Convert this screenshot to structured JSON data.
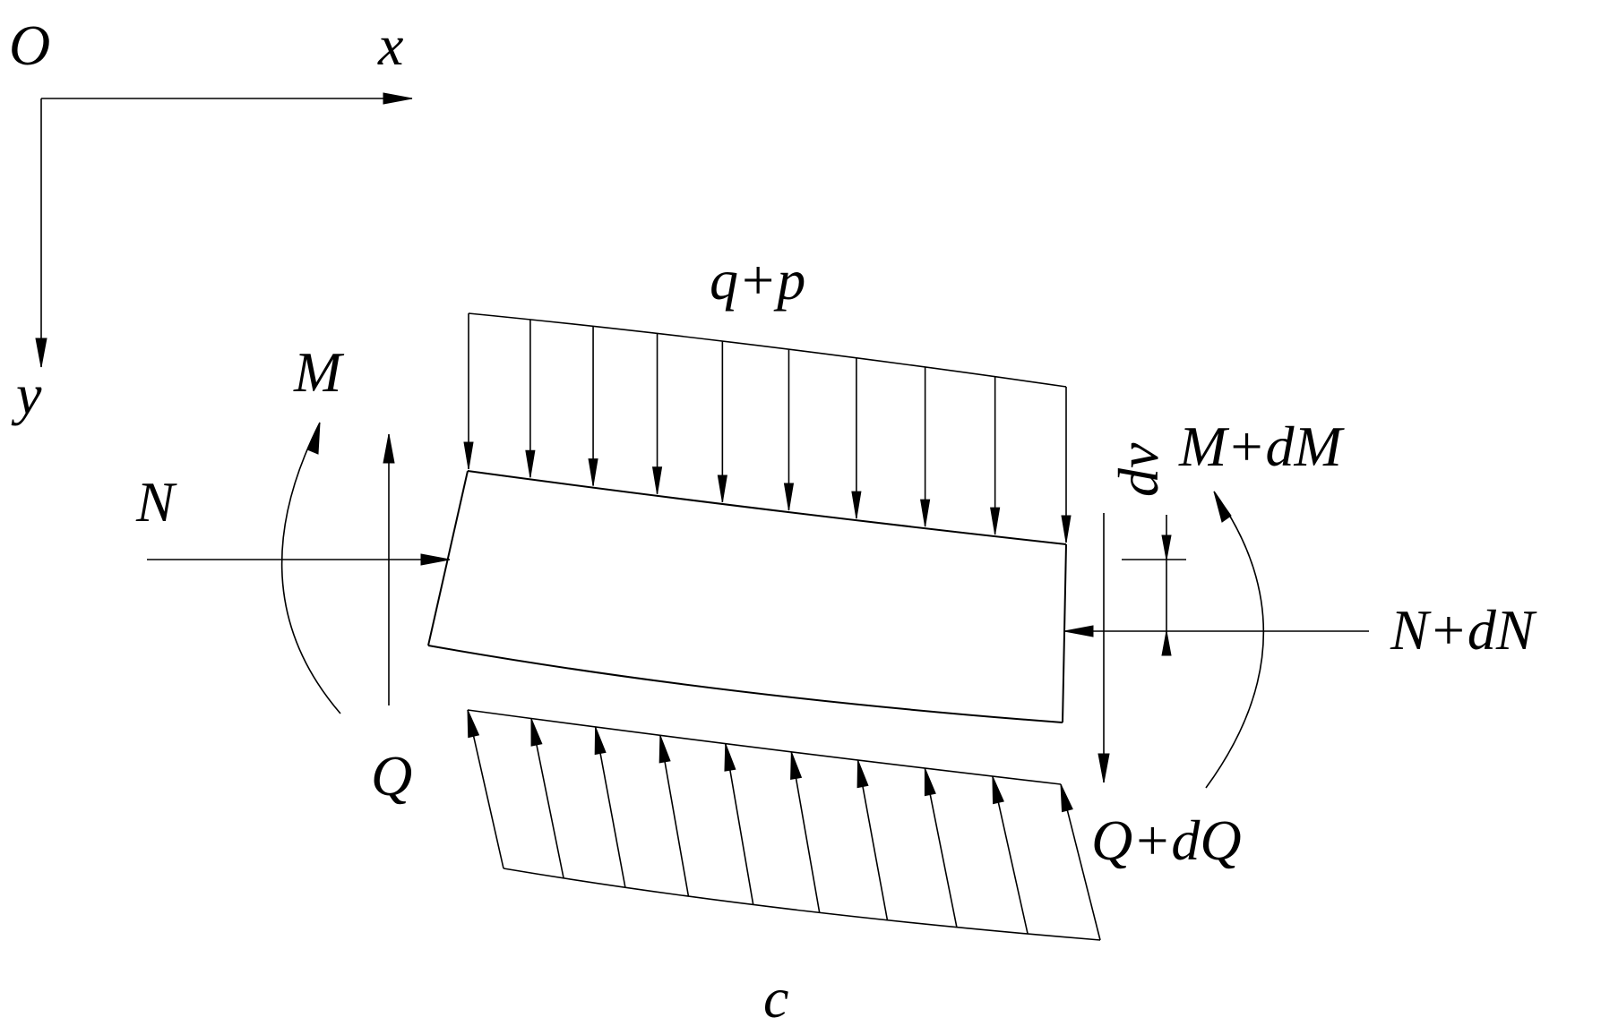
{
  "diagram": {
    "labels": {
      "origin": "O",
      "x_axis": "x",
      "y_axis": "y",
      "distributed_load_top": "q+p",
      "moment_left": "M",
      "axial_left": "N",
      "shear_left": "Q",
      "deflection_increment": "dv",
      "moment_right": "M+dM",
      "axial_right": "N+dN",
      "shear_right": "Q+dQ",
      "reaction_bottom": "c"
    },
    "colors": {
      "stroke": "#000000",
      "background": "#ffffff"
    },
    "top_load_arrows": 10,
    "bottom_reaction_arrows": 10
  }
}
